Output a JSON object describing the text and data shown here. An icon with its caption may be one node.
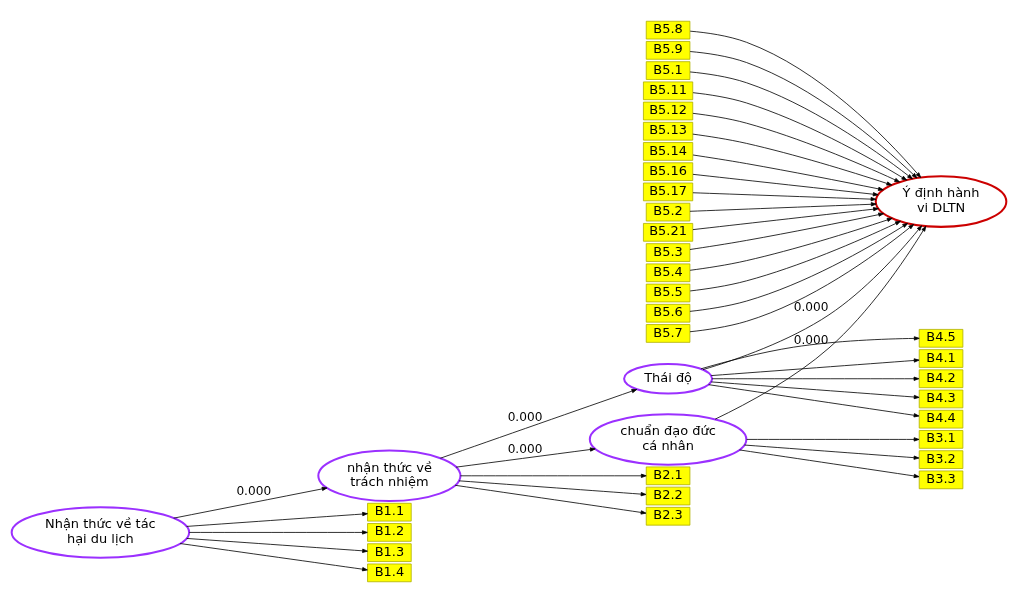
{
  "diagram": {
    "nodes": [
      {
        "text": [
          "Nhận thức về tác hại du lịch"
        ]
      },
      {
        "text": [
          "nhận thức về trách nhiệm"
        ]
      },
      {
        "text": [
          "chuẩn đạo đức cá nhân"
        ]
      },
      {
        "text": [
          "Thái độ"
        ]
      },
      {
        "text": [
          "Ý định hành vi DLTN"
        ]
      },
      {
        "text": [
          "B1.1"
        ]
      },
      {
        "text": [
          "B1.2"
        ]
      },
      {
        "text": [
          "B1.3"
        ]
      },
      {
        "text": [
          "B1.4"
        ]
      },
      {
        "text": [
          "B2.1"
        ]
      },
      {
        "text": [
          "B2.2"
        ]
      },
      {
        "text": [
          "B2.3"
        ]
      },
      {
        "text": [
          "B3.1"
        ]
      },
      {
        "text": [
          "B3.2"
        ]
      },
      {
        "text": [
          "B3.3"
        ]
      },
      {
        "text": [
          "B4.1"
        ]
      },
      {
        "text": [
          "B4.2"
        ]
      },
      {
        "text": [
          "B4.3"
        ]
      },
      {
        "text": [
          "B4.4"
        ]
      },
      {
        "text": [
          "B4.5"
        ]
      },
      {
        "text": [
          "B5.1"
        ]
      },
      {
        "text": [
          "B5.11"
        ]
      },
      {
        "text": [
          "B5.12"
        ]
      },
      {
        "text": [
          "B5.13"
        ]
      },
      {
        "text": [
          "B5.14"
        ]
      },
      {
        "text": [
          "B5.16"
        ]
      },
      {
        "text": [
          "B5.17"
        ]
      },
      {
        "text": [
          "B5.2"
        ]
      },
      {
        "text": [
          "B5.21"
        ]
      },
      {
        "text": [
          "B5.3"
        ]
      },
      {
        "text": [
          "B5.4"
        ]
      },
      {
        "text": [
          "B5.5"
        ]
      },
      {
        "text": [
          "B5.6"
        ]
      },
      {
        "text": [
          "B5.7"
        ]
      },
      {
        "text": [
          "B5.8"
        ]
      },
      {
        "text": [
          "B5.9"
        ]
      }
    ],
    "edges": [
      {
        "from": 0,
        "to": 1,
        "arrow": "to",
        "label": "0.000"
      },
      {
        "from": 1,
        "to": 2,
        "arrow": "to",
        "label": "0.000"
      },
      {
        "from": 1,
        "to": 3,
        "arrow": "to",
        "label": "0.000"
      },
      {
        "from": 2,
        "to": 4,
        "arrow": "to",
        "label": "0.000"
      },
      {
        "from": 3,
        "to": 4,
        "arrow": "to",
        "label": "0.000"
      },
      {
        "from": 0,
        "to": 5,
        "arrow": "to"
      },
      {
        "from": 0,
        "to": 6,
        "arrow": "to"
      },
      {
        "from": 0,
        "to": 7,
        "arrow": "to"
      },
      {
        "from": 0,
        "to": 8,
        "arrow": "to"
      },
      {
        "from": 1,
        "to": 9,
        "arrow": "to"
      },
      {
        "from": 1,
        "to": 10,
        "arrow": "to"
      },
      {
        "from": 1,
        "to": 11,
        "arrow": "to"
      },
      {
        "from": 2,
        "to": 12,
        "arrow": "to"
      },
      {
        "from": 2,
        "to": 13,
        "arrow": "to"
      },
      {
        "from": 2,
        "to": 14,
        "arrow": "to"
      },
      {
        "from": 3,
        "to": 15,
        "arrow": "to"
      },
      {
        "from": 3,
        "to": 16,
        "arrow": "to"
      },
      {
        "from": 3,
        "to": 17,
        "arrow": "to"
      },
      {
        "from": 3,
        "to": 18,
        "arrow": "to"
      },
      {
        "from": 3,
        "to": 19,
        "arrow": "to"
      },
      {
        "from": 20,
        "to": 4,
        "arrow": "to"
      },
      {
        "from": 21,
        "to": 4,
        "arrow": "to"
      },
      {
        "from": 22,
        "to": 4,
        "arrow": "to"
      },
      {
        "from": 23,
        "to": 4,
        "arrow": "to"
      },
      {
        "from": 24,
        "to": 4,
        "arrow": "to"
      },
      {
        "from": 25,
        "to": 4,
        "arrow": "to"
      },
      {
        "from": 26,
        "to": 4,
        "arrow": "to"
      },
      {
        "from": 27,
        "to": 4,
        "arrow": "to"
      },
      {
        "from": 28,
        "to": 4,
        "arrow": "to"
      },
      {
        "from": 29,
        "to": 4,
        "arrow": "to"
      },
      {
        "from": 30,
        "to": 4,
        "arrow": "to"
      },
      {
        "from": 31,
        "to": 4,
        "arrow": "to"
      },
      {
        "from": 32,
        "to": 4,
        "arrow": "to"
      },
      {
        "from": 33,
        "to": 4,
        "arrow": "to"
      },
      {
        "from": 34,
        "to": 4,
        "arrow": "to"
      },
      {
        "from": 35,
        "to": 4,
        "arrow": "to"
      }
    ]
  }
}
